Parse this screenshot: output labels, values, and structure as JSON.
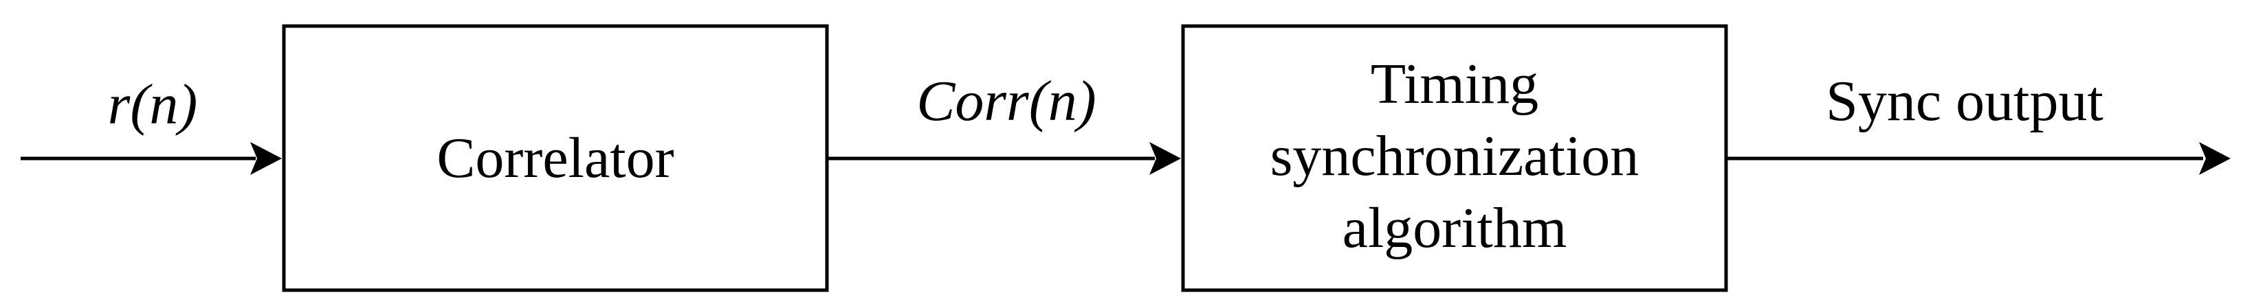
{
  "blocks": {
    "correlator": {
      "label": "Correlator"
    },
    "timing": {
      "line1": "Timing",
      "line2": "synchronization",
      "line3": "algorithm"
    }
  },
  "signals": {
    "input": "r(n)",
    "intermediate": "Corr(n)",
    "output": "Sync output"
  },
  "colors": {
    "stroke": "#000000",
    "background": "#ffffff"
  }
}
